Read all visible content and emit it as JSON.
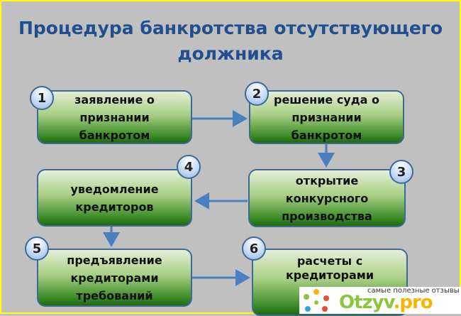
{
  "title_line1": "Процедура банкротства отсутствующего",
  "title_line2": "должника",
  "steps": [
    {
      "num": "1",
      "text": "заявление о признании банкротом"
    },
    {
      "num": "2",
      "text": "решение суда о признании банкротом"
    },
    {
      "num": "3",
      "text": "открытие конкурсного производства"
    },
    {
      "num": "4",
      "text": "уведомление кредиторов"
    },
    {
      "num": "5",
      "text": "предъявление кредиторами требований"
    },
    {
      "num": "6",
      "text": "расчеты с кредиторами"
    }
  ],
  "watermark": {
    "tagline": "самые полезные отзывы",
    "logo": "Otzyv",
    "logo_suffix": ".pro"
  },
  "colors": {
    "title": "#1f4f8f",
    "border": "#ffff00",
    "background": "#c0c0c0",
    "arrow": "#4a7fc0"
  }
}
